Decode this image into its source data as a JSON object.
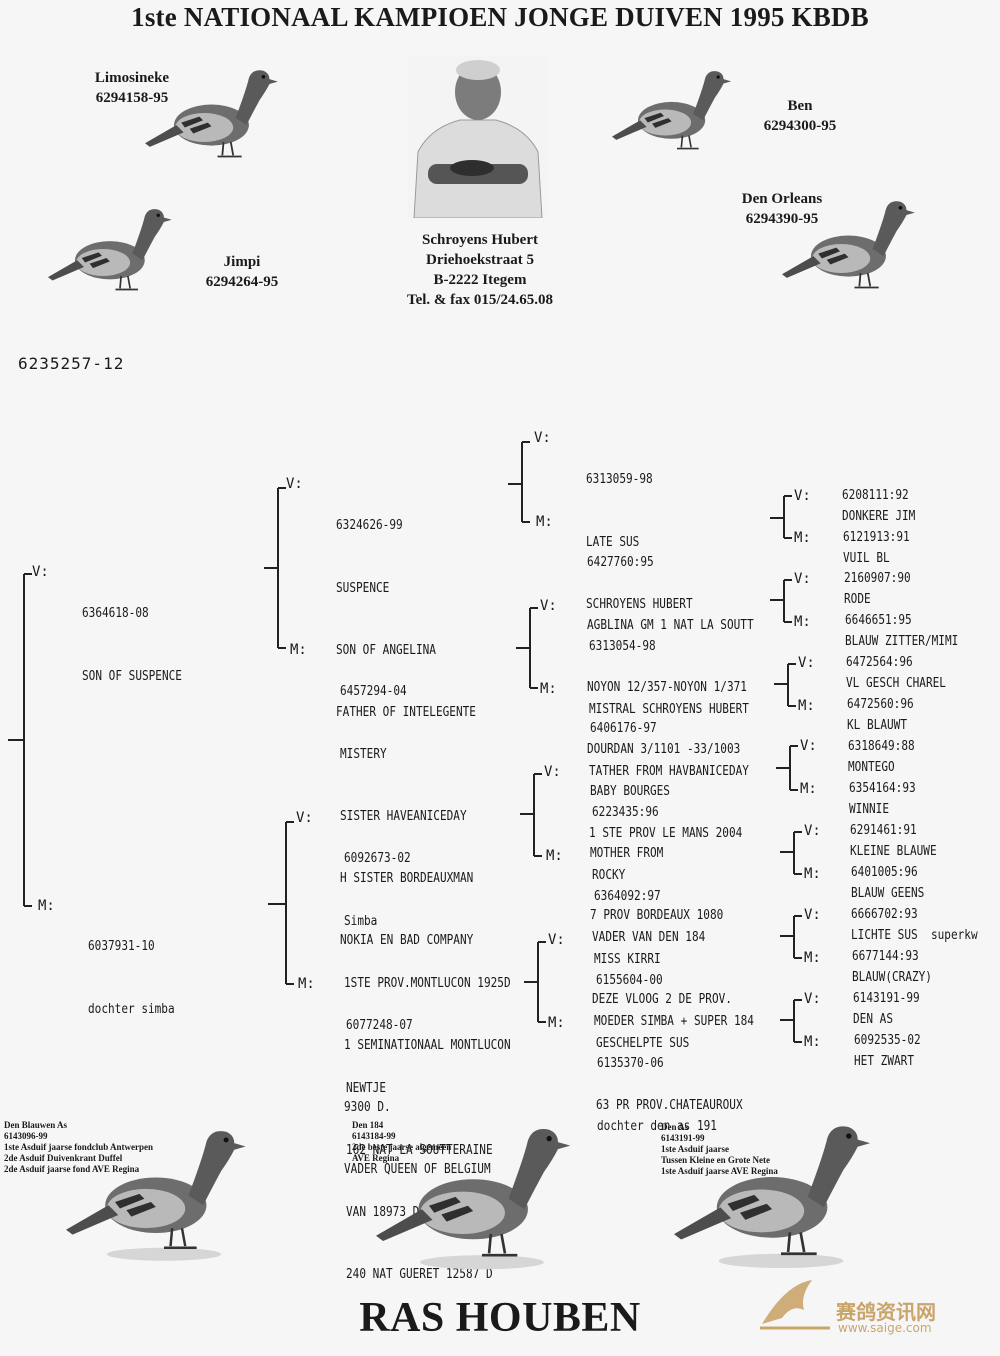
{
  "title": "1ste NATIONAAL KAMPIOEN JONGE DUIVEN 1995 KBDB",
  "top_pigeons": [
    {
      "name": "Limosineke",
      "ring": "6294158-95"
    },
    {
      "name": "Jimpi",
      "ring": "6294264-95"
    },
    {
      "name": "Ben",
      "ring": "6294300-95"
    },
    {
      "name": "Den Orleans",
      "ring": "6294390-95"
    }
  ],
  "breeder": {
    "name": "Schroyens Hubert",
    "street": "Driehoekstraat 5",
    "city": "B-2222 Itegem",
    "phone": "Tel. & fax 015/24.65.08"
  },
  "pedigree_ring": "6235257-12",
  "labels": {
    "sire": "V:",
    "dam": "M:"
  },
  "gen1": {
    "sire": {
      "lines": [
        "6364618-08",
        "SON OF SUSPENCE"
      ]
    },
    "dam": {
      "lines": [
        "6037931-10",
        "dochter simba"
      ]
    }
  },
  "gen2": [
    {
      "lines": [
        "6324626-99",
        "SUSPENCE",
        "SON OF ANGELINA",
        "FATHER OF INTELEGENTE"
      ]
    },
    {
      "lines": [
        "6457294-04",
        "MISTERY",
        "SISTER HAVEANICEDAY",
        "H SISTER BORDEAUXMAN",
        "NOKIA EN BAD COMPANY"
      ]
    },
    {
      "lines": [
        "6092673-02",
        "Simba",
        "1STE PROV.MONTLUCON 1925D",
        "1 SEMINATIONAAL MONTLUCON",
        "9300 D.",
        "VADER QUEEN OF BELGIUM"
      ]
    },
    {
      "lines": [
        "6077248-07",
        "NEWTJE",
        "162 NAT LA SOUTTERAINE",
        "VAN 18973 D",
        "240 NAT GUERET 12587 D"
      ]
    }
  ],
  "gen3": [
    {
      "lines": [
        "6313059-98",
        "LATE SUS",
        "SCHROYENS HUBERT"
      ]
    },
    {
      "lines": [
        "6427760:95",
        "AGBLINA GM 1 NAT LA SOUTT",
        "NOYON 12/357-NOYON 1/371",
        "DOURDAN 3/1101 -33/1003"
      ]
    },
    {
      "lines": [
        "6313054-98",
        "MISTRAL SCHROYENS HUBERT",
        "TATHER FROM HAVBANICEDAY",
        "1 STE PROV LE MANS 2004"
      ]
    },
    {
      "lines": [
        "6406176-97",
        "BABY BOURGES",
        "MOTHER FROM",
        "7 PROV BORDEAUX 1080"
      ]
    },
    {
      "lines": [
        "6223435:96",
        "ROCKY",
        "VADER VAN DEN 184",
        "DEZE VLOOG 2 DE PROV."
      ]
    },
    {
      "lines": [
        "6364092:97",
        "MISS KIRRI",
        "MOEDER SIMBA + SUPER 184"
      ]
    },
    {
      "lines": [
        "6155604-00",
        "GESCHELPTE SUS",
        "63 PR PROV.CHATEAUROUX"
      ]
    },
    {
      "lines": [
        "6135370-06",
        "dochter den as 191"
      ]
    }
  ],
  "gen4": [
    {
      "lines": [
        "6208111:92",
        "DONKERE JIM"
      ]
    },
    {
      "lines": [
        "6121913:91",
        "VUIL BL"
      ]
    },
    {
      "lines": [
        "2160907:90",
        "RODE"
      ]
    },
    {
      "lines": [
        "6646651:95",
        "BLAUW ZITTER/MIMI"
      ]
    },
    {
      "lines": [
        "6472564:96",
        "VL GESCH CHAREL"
      ]
    },
    {
      "lines": [
        "6472560:96",
        "KL BLAUWT"
      ]
    },
    {
      "lines": [
        "6318649:88",
        "MONTEGO"
      ]
    },
    {
      "lines": [
        "6354164:93",
        "WINNIE"
      ]
    },
    {
      "lines": [
        "6291461:91",
        "KLEINE BLAUWE"
      ]
    },
    {
      "lines": [
        "6401005:96",
        "BLAUW GEENS"
      ]
    },
    {
      "lines": [
        "6666702:93",
        "LICHTE SUS  superkw"
      ]
    },
    {
      "lines": [
        "6677144:93",
        "BLAUW(CRAZY)"
      ]
    },
    {
      "lines": [
        "6143191-99",
        "DEN AS"
      ]
    },
    {
      "lines": [
        "6092535-02",
        "HET ZWART"
      ]
    }
  ],
  "bottom_pigeons": [
    {
      "lines": [
        "Den Blauwen As",
        "6143096-99",
        "1ste Asduif jaarse fondclub Antwerpen",
        "2de Asduif Duivenkrant Duffel",
        "2de Asduif jaarse fond AVE Regina"
      ]
    },
    {
      "lines": [
        "Den 184",
        "6143184-99",
        "2de beste jaarse algemeen",
        "AVE Regina"
      ]
    },
    {
      "lines": [
        "Den As",
        "6143191-99",
        "1ste Asduif jaarse",
        "Tussen Kleine en Grote Nete",
        "1ste Asduif jaarse AVE Regina"
      ]
    }
  ],
  "footer": "RAS HOUBEN",
  "watermark": {
    "text_cn": "赛鸽资讯网",
    "url": "www.saige.com"
  },
  "colors": {
    "background": "#f7f6f7",
    "ink": "#1a1a1a",
    "watermark": "#c9a56a"
  }
}
